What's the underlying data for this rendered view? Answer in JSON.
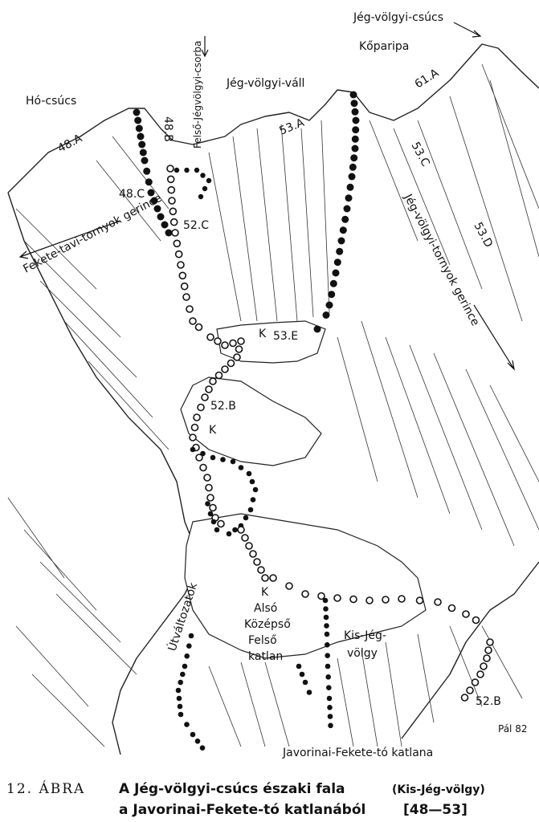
{
  "figure": {
    "peaks": {
      "jeg_volgyi_csucs": "Jég-völgyi-csúcs",
      "koparipa": "Kőparipa",
      "ho_csucs": "Hó-csúcs",
      "felso_csorba": "Felső-Jégvölgyi-csorba",
      "jeg_volgyi_vall": "Jég-völgyi-váll"
    },
    "ridges": {
      "fekete_tavi": "Fekete-tavi-tornyok gerince",
      "jeg_volgyi_tornyok": "Jég-völgyi-tornyok gerince"
    },
    "routes": {
      "r48a": "48.A",
      "r48b": "48.B",
      "r48c": "48.C",
      "r52c": "52.C",
      "r52b_upper": "52.B",
      "r52b_lower": "52.B",
      "r53a": "53.A",
      "r53c": "53.C",
      "r53d": "53.D",
      "r53e": "53.E",
      "r61a": "61.A"
    },
    "markers": {
      "k": "K"
    },
    "basins": {
      "also": "Alsó",
      "kozepso": "Középső",
      "felso": "Felső",
      "katlan": "katlan",
      "kis_jeg_1": "Kis-Jég-",
      "kis_jeg_2": "völgy"
    },
    "other": {
      "utvaltozatok": "Útváltozatok",
      "javorinai": "Javorinai-Fekete-tó katlana",
      "signature": "Pál 82"
    }
  },
  "caption": {
    "number": "12. ÁBRA",
    "line1_bold": "A Jég-völgyi-csúcs északi fala",
    "line1_paren": "(Kis-Jég-völgy)",
    "line2_bold": "a Javorinai-Fekete-tó katlanából",
    "line2_ref": "[48—53]"
  }
}
